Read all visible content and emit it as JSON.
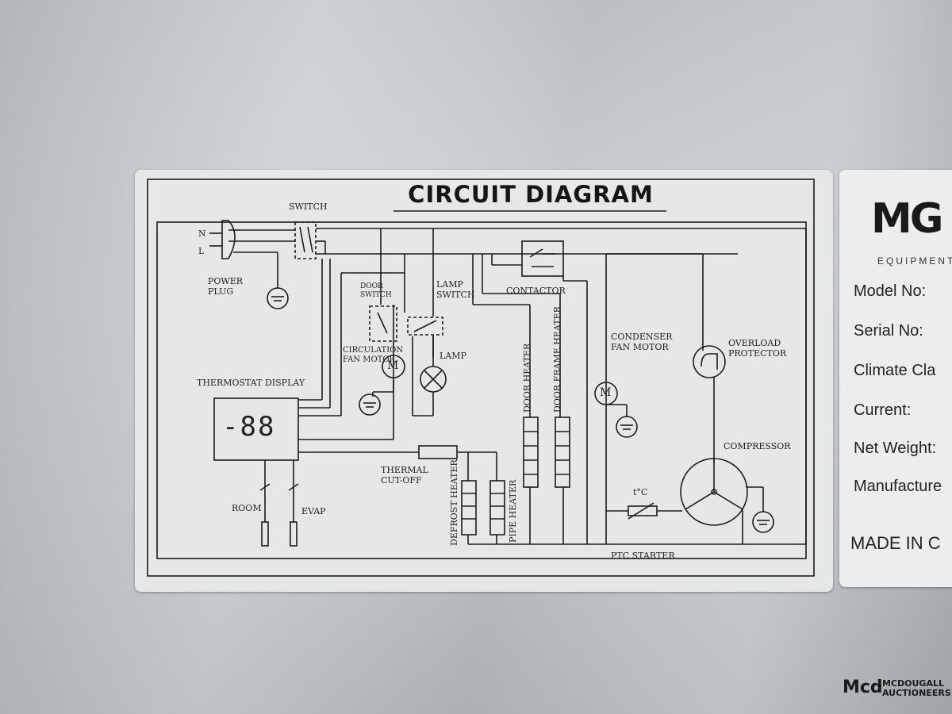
{
  "diagram": {
    "title": "CIRCUIT    DIAGRAM",
    "labels": {
      "n": "N",
      "l": "L",
      "switch": "SWITCH",
      "power_plug": "POWER\nPLUG",
      "door_switch": "DOOR\nSWITCH",
      "lamp_switch": "LAMP\nSWITCH",
      "contactor": "CONTACTOR",
      "circulation_fan": "CIRCULATION\nFAN MOTOR",
      "lamp": "LAMP",
      "thermostat_display": "THERMOSTAT DISPLAY",
      "display_readout": "-88",
      "door_heater": "DOOR HEATER",
      "door_frame_heater": "DOOR FRAME HEATER",
      "condenser_fan": "CONDENSER\nFAN MOTOR",
      "overload_protector": "OVERLOAD\nPROTECTOR",
      "compressor": "COMPRESSOR",
      "thermal_cutoff": "THERMAL\nCUT-OFF",
      "defrost_heater": "DEFROST HEATER",
      "pipe_heater": "PIPE HEATER",
      "room": "ROOM",
      "evap": "EVAP",
      "ptc_starter": "PTC STARTER",
      "temp_symbol": "t°C",
      "motor_m": "M"
    }
  },
  "info_plate": {
    "brand": "MG",
    "brand_sub": "EQUIPMENT",
    "rows": [
      "Model No:",
      "Serial No:",
      "Climate Cla",
      "Current:",
      "Net Weight:",
      "Manufacture"
    ],
    "made_in": "MADE IN C"
  },
  "watermark": {
    "logo": "Mcd",
    "line1": "MCDOUGALL",
    "line2": "AUCTIONEERS"
  }
}
